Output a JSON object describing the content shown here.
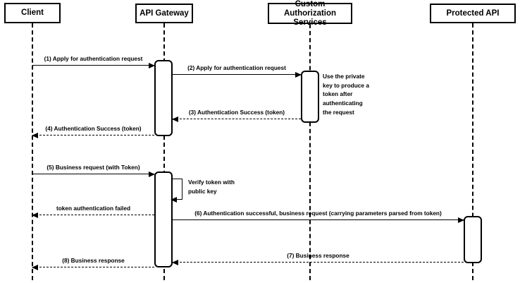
{
  "diagram_type": "sequence-diagram",
  "topic": "API Gateway token authentication flow",
  "actors": [
    {
      "label": "Client"
    },
    {
      "label": "API Gateway"
    },
    {
      "label": "Custom Authorization Services"
    },
    {
      "label": "Protected API"
    }
  ],
  "messages": [
    {
      "label": "(1) Apply for authentication request",
      "from": "Client",
      "to": "API Gateway",
      "line": "solid"
    },
    {
      "label": "(2) Apply for authentication request",
      "from": "API Gateway",
      "to": "Custom Authorization Services",
      "line": "solid"
    },
    {
      "label": "(3) Authentication Success (token)",
      "from": "Custom Authorization Services",
      "to": "API Gateway",
      "line": "dashed"
    },
    {
      "label": "(4) Authentication Success (token)",
      "from": "API Gateway",
      "to": "Client",
      "line": "dashed"
    },
    {
      "label": "(5) Business request (with Token)",
      "from": "Client",
      "to": "API Gateway",
      "line": "solid"
    },
    {
      "label": "Verify token with public key",
      "from": "API Gateway",
      "to": "API Gateway",
      "line": "solid",
      "type": "self-message"
    },
    {
      "label": "token authentication failed",
      "from": "API Gateway",
      "to": "Client",
      "line": "dashed"
    },
    {
      "label": "(6) Authentication successful, business request (carrying parameters parsed from token)",
      "from": "API Gateway",
      "to": "Protected API",
      "line": "solid"
    },
    {
      "label": "(7) Business response",
      "from": "Protected API",
      "to": "API Gateway",
      "line": "dashed"
    },
    {
      "label": "(8) Business response",
      "from": "API Gateway",
      "to": "Client",
      "line": "dashed"
    }
  ],
  "notes": [
    {
      "label": "Use the private key to produce a token after authenticating the request",
      "anchor": "Custom Authorization Services"
    }
  ],
  "colors": {
    "stroke": "#000000",
    "fill": "#ffffff",
    "text": "#000000",
    "background": "#ffffff"
  }
}
